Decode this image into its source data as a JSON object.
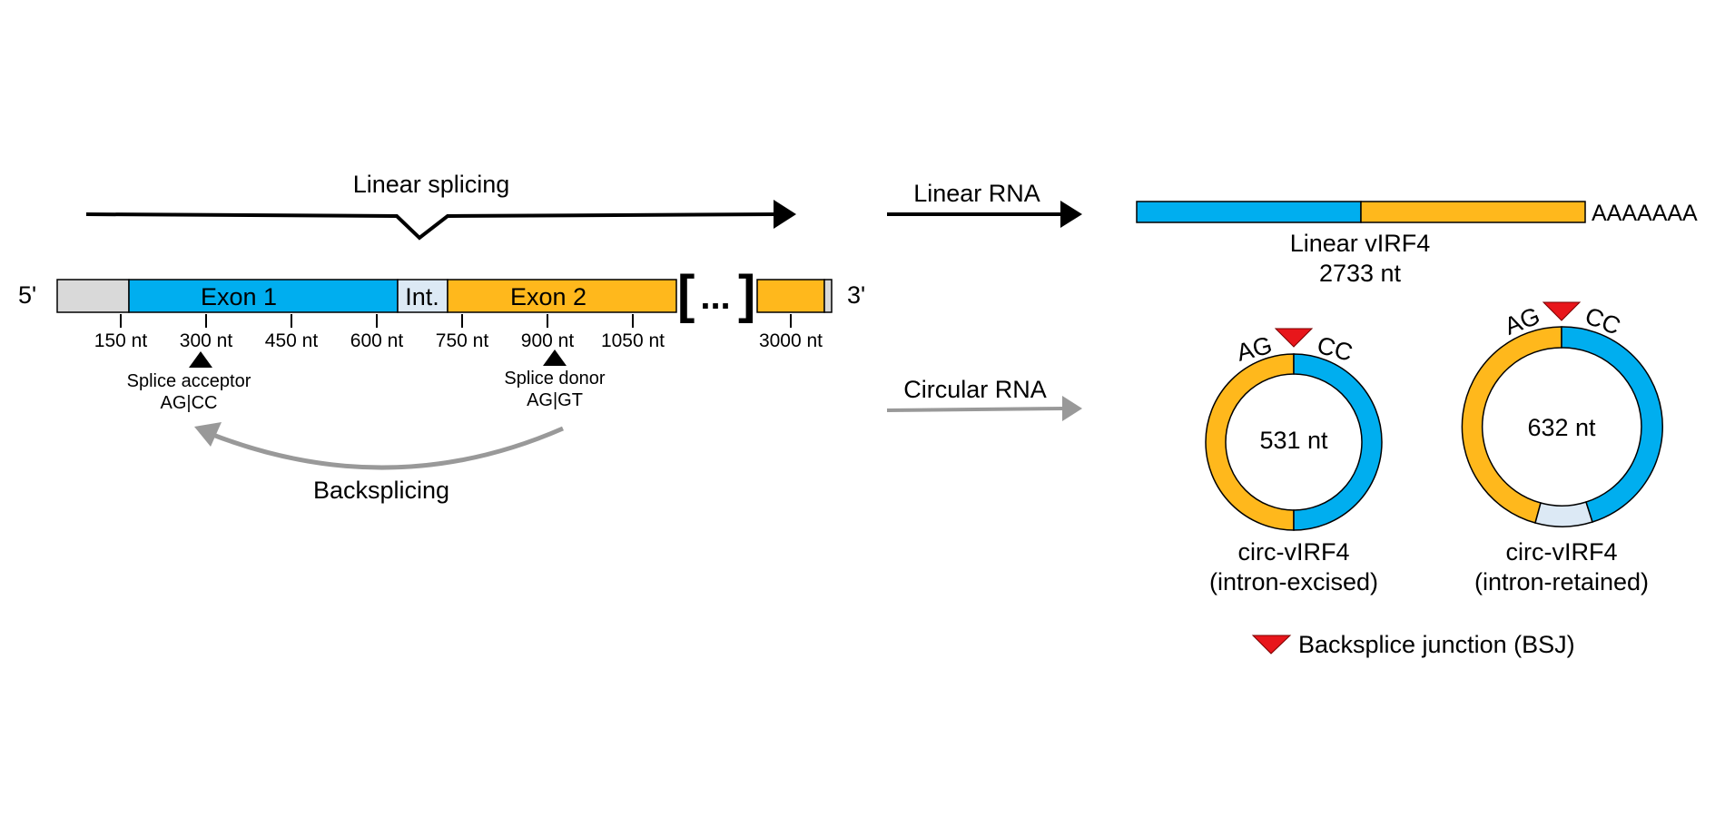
{
  "colors": {
    "blue": "#00aeef",
    "yellow": "#ffb81c",
    "grey": "#d9d9d9",
    "light_blue": "#dce9f5",
    "red": "#e8161b",
    "arrow_grey": "#999999",
    "black": "#000000"
  },
  "gene": {
    "five_prime": "5'",
    "three_prime": "3'",
    "exon1_label": "Exon 1",
    "intron_label": "Int.",
    "exon2_label": "Exon 2",
    "bracket_open": "[",
    "ellipsis": "...",
    "bracket_close": "]",
    "ticks": [
      "150 nt",
      "300 nt",
      "450 nt",
      "600 nt",
      "750 nt",
      "900 nt",
      "1050 nt",
      "3000 nt"
    ]
  },
  "splicing": {
    "linear_splicing_label": "Linear splicing",
    "acceptor_title": "Splice acceptor",
    "acceptor_seq": "AG|CC",
    "donor_title": "Splice donor",
    "donor_seq": "AG|GT",
    "backsplicing_label": "Backsplicing"
  },
  "products": {
    "linear_rna_label": "Linear RNA",
    "circular_rna_label": "Circular RNA",
    "linear_name": "Linear vIRF4",
    "linear_length": "2733 nt",
    "polya": "AAAAAAA",
    "circ1": {
      "left_seq": "AG",
      "right_seq": "CC",
      "length": "531 nt",
      "name": "circ-vIRF4",
      "variant": "(intron-excised)"
    },
    "circ2": {
      "left_seq": "AG",
      "right_seq": "CC",
      "length": "632 nt",
      "name": "circ-vIRF4",
      "variant": "(intron-retained)"
    }
  },
  "legend": {
    "bsj_label": "Backsplice junction (BSJ)"
  }
}
